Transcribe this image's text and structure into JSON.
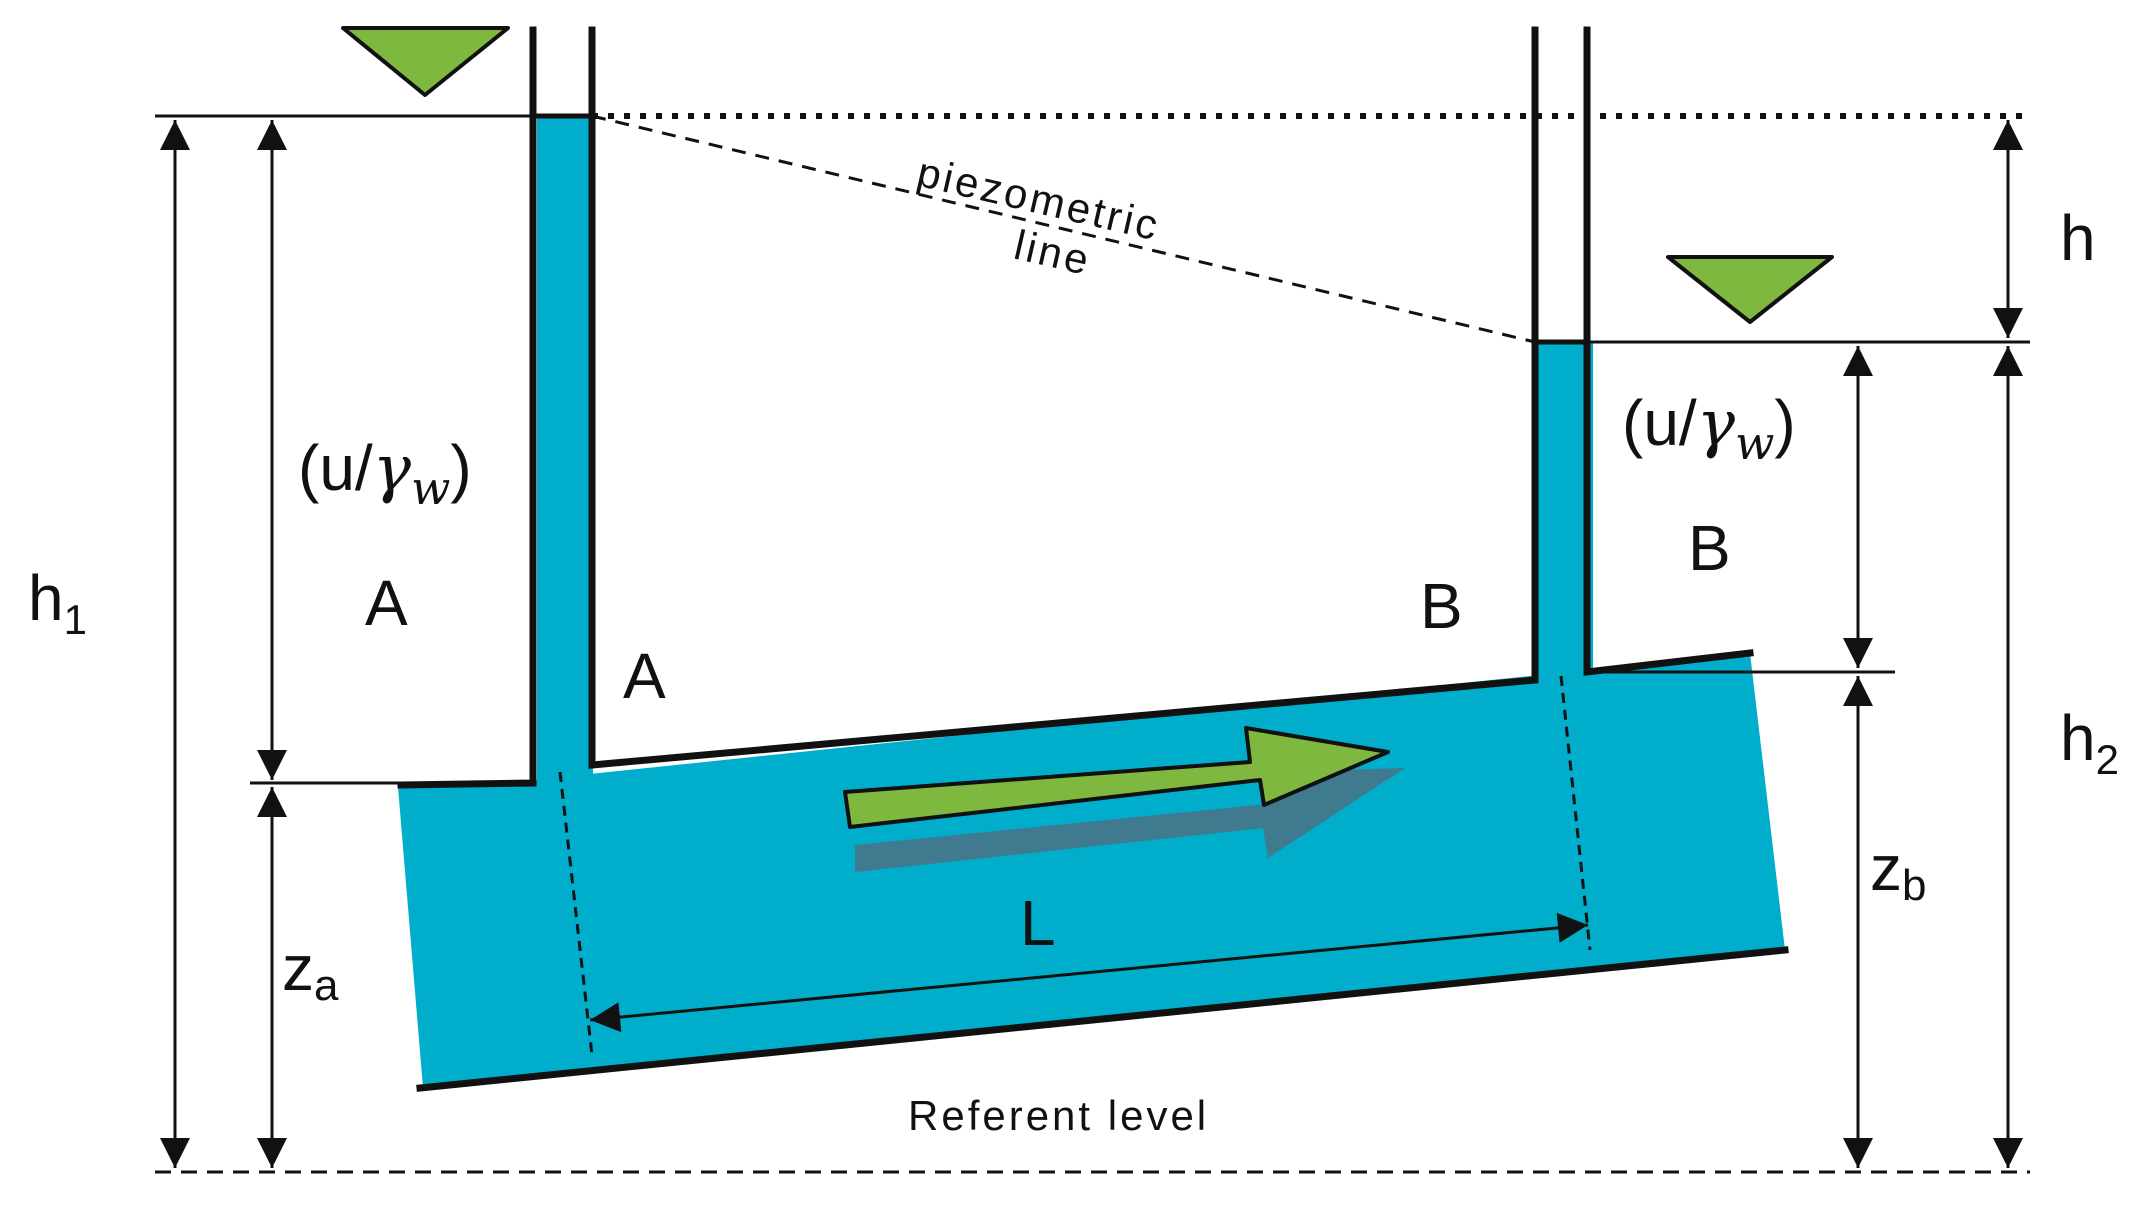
{
  "labels": {
    "h1_main": "h",
    "h1_sub": "1",
    "h2_main": "h",
    "h2_sub": "2",
    "h": "h",
    "za_main": "z",
    "za_sub": "a",
    "zb_main": "z",
    "zb_sub": "b",
    "L": "L",
    "A_left": "A",
    "A_pipe": "A",
    "B_pipe": "B",
    "B_right": "B",
    "pressure_left": {
      "open": "(u/",
      "gamma": "γ",
      "sub": "w",
      "close": ")"
    },
    "pressure_right": {
      "open": "(u/",
      "gamma": "γ",
      "sub": "w",
      "close": ")"
    },
    "piezometric": "piezometric",
    "line": "line",
    "referent_level": "Referent level"
  },
  "colors": {
    "water": "#00AECC",
    "arrow_fill": "#7FB83E",
    "arrow_shadow": "#3F7A8E",
    "triangle_fill": "#7FB83E",
    "line": "#111111"
  },
  "icons": {
    "water_level_markers": "inverted-triangle",
    "flow_direction": "right-arrow"
  }
}
